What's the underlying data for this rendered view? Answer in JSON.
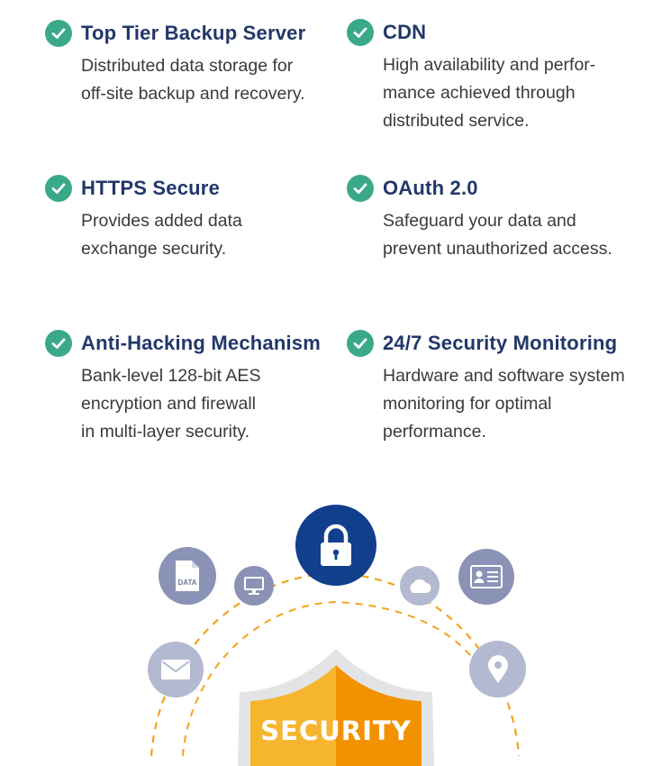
{
  "features": [
    {
      "icon": "check-circle-icon",
      "title": "Top Tier Backup Server",
      "lines": [
        "Distributed data storage for",
        "off-site backup and recovery."
      ]
    },
    {
      "icon": "check-circle-icon",
      "title": "CDN",
      "lines": [
        "High availability and perfor-",
        "mance achieved through",
        "distributed service."
      ]
    },
    {
      "icon": "check-circle-icon",
      "title": "HTTPS Secure",
      "lines": [
        "Provides added data",
        "exchange security."
      ]
    },
    {
      "icon": "check-circle-icon",
      "title": "OAuth 2.0",
      "lines": [
        "Safeguard your data and",
        "prevent unauthorized access."
      ]
    },
    {
      "icon": "check-circle-icon",
      "title": "Anti-Hacking Mechanism",
      "lines": [
        "Bank-level 128-bit AES",
        "encryption and firewall",
        "in multi-layer security."
      ]
    },
    {
      "icon": "check-circle-icon",
      "title": "24/7 Security Monitoring",
      "lines": [
        "Hardware and software system",
        "monitoring for optimal",
        "performance."
      ]
    }
  ],
  "illustration": {
    "shield_label": "SECURITY",
    "data_icon_label": "DATA",
    "icons": [
      "lock-icon",
      "data-file-icon",
      "monitor-icon",
      "cloud-icon",
      "id-card-icon",
      "mail-icon",
      "location-pin-icon"
    ],
    "colors": {
      "accent_green": "#3aa98a",
      "title_navy": "#22376a",
      "lock_blue": "#123f8c",
      "shield_yellow": "#f5b52e",
      "shield_orange": "#f39200",
      "bubble_gray": "#8a93b5",
      "dashed_orange": "#f3a31b"
    }
  }
}
